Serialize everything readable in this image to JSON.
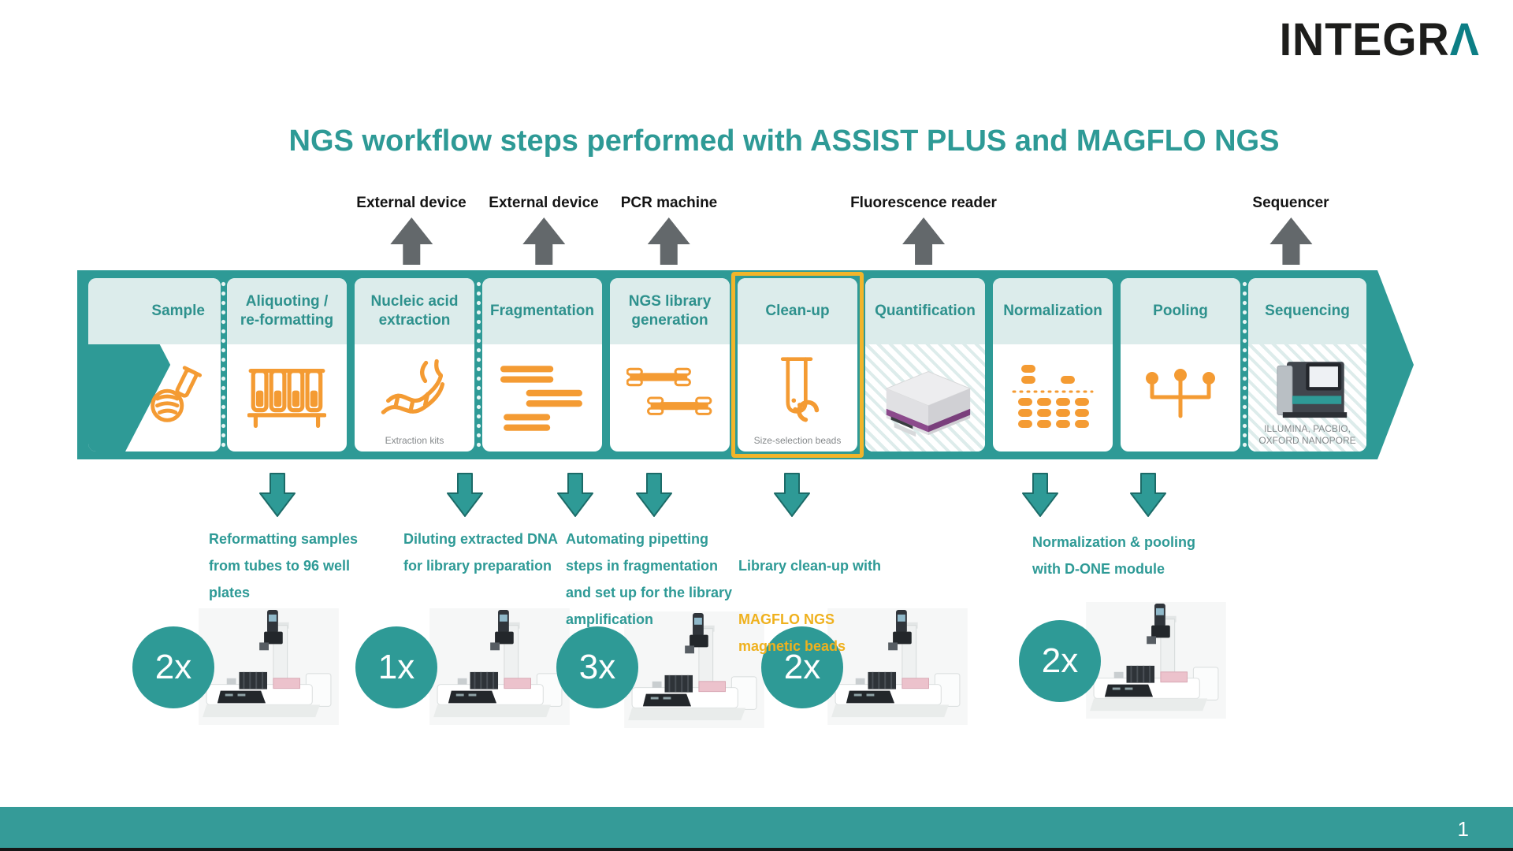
{
  "logo": {
    "black": "INTEGR",
    "teal": "Λ"
  },
  "title": "NGS workflow steps performed with ASSIST PLUS and MAGFLO NGS",
  "device_labels": [
    {
      "label": "External device"
    },
    {
      "label": "External device"
    },
    {
      "label": "PCR machine"
    },
    {
      "label": "Fluorescence reader"
    },
    {
      "label": "Sequencer"
    }
  ],
  "steps": [
    {
      "title": "Sample"
    },
    {
      "title": "Aliquoting /\nre-formatting"
    },
    {
      "title": "Nucleic acid\nextraction",
      "caption": "Extraction kits"
    },
    {
      "title": "Fragmentation"
    },
    {
      "title": "NGS library\ngeneration"
    },
    {
      "title": "Clean-up",
      "caption": "Size-selection beads"
    },
    {
      "title": "Quantification"
    },
    {
      "title": "Normalization"
    },
    {
      "title": "Pooling"
    },
    {
      "title": "Sequencing",
      "caption": "ILLUMINA, PACBIO,\nOXFORD NANOPORE"
    }
  ],
  "annotations": [
    {
      "text": "Reformatting samples\nfrom tubes to 96 well\nplates"
    },
    {
      "text": "Diluting extracted DNA\nfor library preparation"
    },
    {
      "text": "Automating pipetting\nsteps in fragmentation\nand set up for the library\namplification"
    },
    {
      "teal": "Library clean-up with",
      "yellow": "MAGFLO NGS\nmagnetic beads"
    },
    {
      "text": "Normalization & pooling\nwith  D-ONE module"
    }
  ],
  "run_counts": [
    "2x",
    "1x",
    "3x",
    "2x",
    "2x"
  ],
  "footer": {
    "page": "1"
  },
  "colors": {
    "brand_teal": "#2E9A96",
    "icon_orange": "#F49B33",
    "highlight_yellow": "#F2B52A",
    "arrow_gray": "#63686B",
    "card_header": "#DCECEB"
  }
}
